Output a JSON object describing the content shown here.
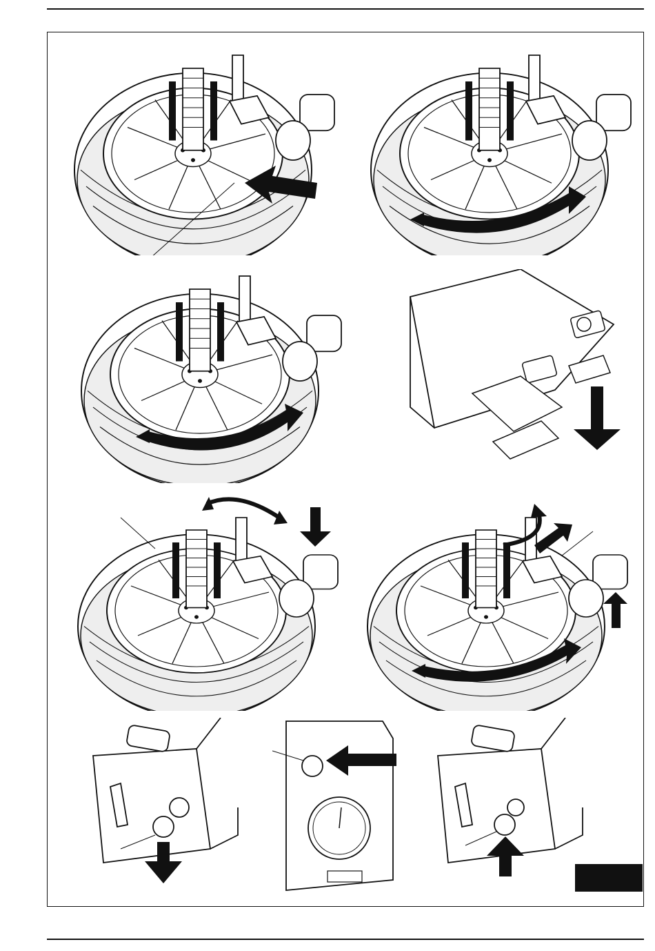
{
  "colors": {
    "ink": "#111111",
    "paper": "#ffffff",
    "tread": "#e6e6e6",
    "badge": "#111111"
  },
  "figures": [
    {
      "id": "fig-1",
      "icon": "wheel-clamp-insert-icon"
    },
    {
      "id": "fig-2",
      "icon": "wheel-rotate-left-icon"
    },
    {
      "id": "fig-3",
      "icon": "wheel-rotate-left-icon"
    },
    {
      "id": "fig-4",
      "icon": "pedal-press-down-icon"
    },
    {
      "id": "fig-5",
      "icon": "tool-lower-icon"
    },
    {
      "id": "fig-6",
      "icon": "tool-raise-rotate-icon"
    },
    {
      "id": "fig-7",
      "icon": "lever-pull-down-icon"
    },
    {
      "id": "fig-8",
      "icon": "gauge-valve-push-icon"
    },
    {
      "id": "fig-9",
      "icon": "lever-push-up-icon"
    }
  ],
  "badge": {
    "icon": "page-tab-badge-icon"
  }
}
